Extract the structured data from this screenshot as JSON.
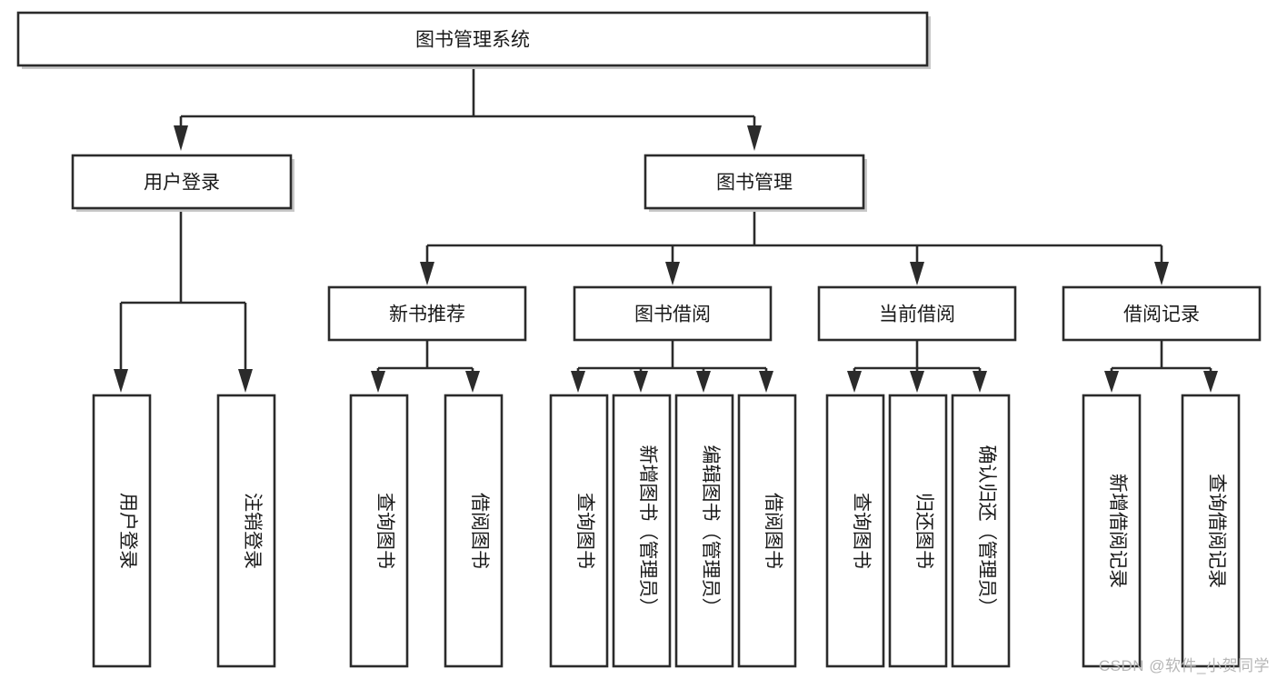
{
  "diagram": {
    "title": "图书管理系统",
    "type": "tree-hierarchy-chart",
    "watermark": "CSDN @软件_小贺同学",
    "colors": {
      "stroke": "#2b2b2b",
      "fill": "#ffffff",
      "text": "#1a1a1a",
      "watermark": "#b6b6b6",
      "background": "#ffffff"
    },
    "levels": {
      "root": "图书管理系统",
      "level2": [
        "用户登录",
        "图书管理"
      ],
      "level3": [
        "新书推荐",
        "图书借阅",
        "当前借阅",
        "借阅记录"
      ]
    },
    "nodes": {
      "root": {
        "label": "图书管理系统"
      },
      "user_login": {
        "label": "用户登录"
      },
      "book_manage": {
        "label": "图书管理"
      },
      "new_book_rec": {
        "label": "新书推荐"
      },
      "book_borrow": {
        "label": "图书借阅"
      },
      "current_borrow": {
        "label": "当前借阅"
      },
      "borrow_record": {
        "label": "借阅记录"
      },
      "leaf_user_login": {
        "label": "用户登录"
      },
      "leaf_logout": {
        "label": "注销登录"
      },
      "leaf_query_book_1": {
        "label": "查询图书"
      },
      "leaf_borrow_book_1": {
        "label": "借阅图书"
      },
      "leaf_query_book_2": {
        "label": "查询图书"
      },
      "leaf_add_book": {
        "label": "新增图书（管理员）"
      },
      "leaf_edit_book": {
        "label": "编辑图书（管理员）"
      },
      "leaf_borrow_book_2": {
        "label": "借阅图书"
      },
      "leaf_query_book_3": {
        "label": "查询图书"
      },
      "leaf_return_book": {
        "label": "归还图书"
      },
      "leaf_confirm_return": {
        "label": "确认归还（管理员）"
      },
      "leaf_add_record": {
        "label": "新增借阅记录"
      },
      "leaf_query_record": {
        "label": "查询借阅记录"
      }
    },
    "edges": [
      {
        "from": "root",
        "to": "user_login"
      },
      {
        "from": "root",
        "to": "book_manage"
      },
      {
        "from": "user_login",
        "to": "leaf_user_login"
      },
      {
        "from": "user_login",
        "to": "leaf_logout"
      },
      {
        "from": "book_manage",
        "to": "new_book_rec"
      },
      {
        "from": "book_manage",
        "to": "book_borrow"
      },
      {
        "from": "book_manage",
        "to": "current_borrow"
      },
      {
        "from": "book_manage",
        "to": "borrow_record"
      },
      {
        "from": "new_book_rec",
        "to": "leaf_query_book_1"
      },
      {
        "from": "new_book_rec",
        "to": "leaf_borrow_book_1"
      },
      {
        "from": "book_borrow",
        "to": "leaf_query_book_2"
      },
      {
        "from": "book_borrow",
        "to": "leaf_add_book"
      },
      {
        "from": "book_borrow",
        "to": "leaf_edit_book"
      },
      {
        "from": "book_borrow",
        "to": "leaf_borrow_book_2"
      },
      {
        "from": "current_borrow",
        "to": "leaf_query_book_3"
      },
      {
        "from": "current_borrow",
        "to": "leaf_return_book"
      },
      {
        "from": "current_borrow",
        "to": "leaf_confirm_return"
      },
      {
        "from": "borrow_record",
        "to": "leaf_add_record"
      },
      {
        "from": "borrow_record",
        "to": "leaf_query_record"
      }
    ]
  }
}
